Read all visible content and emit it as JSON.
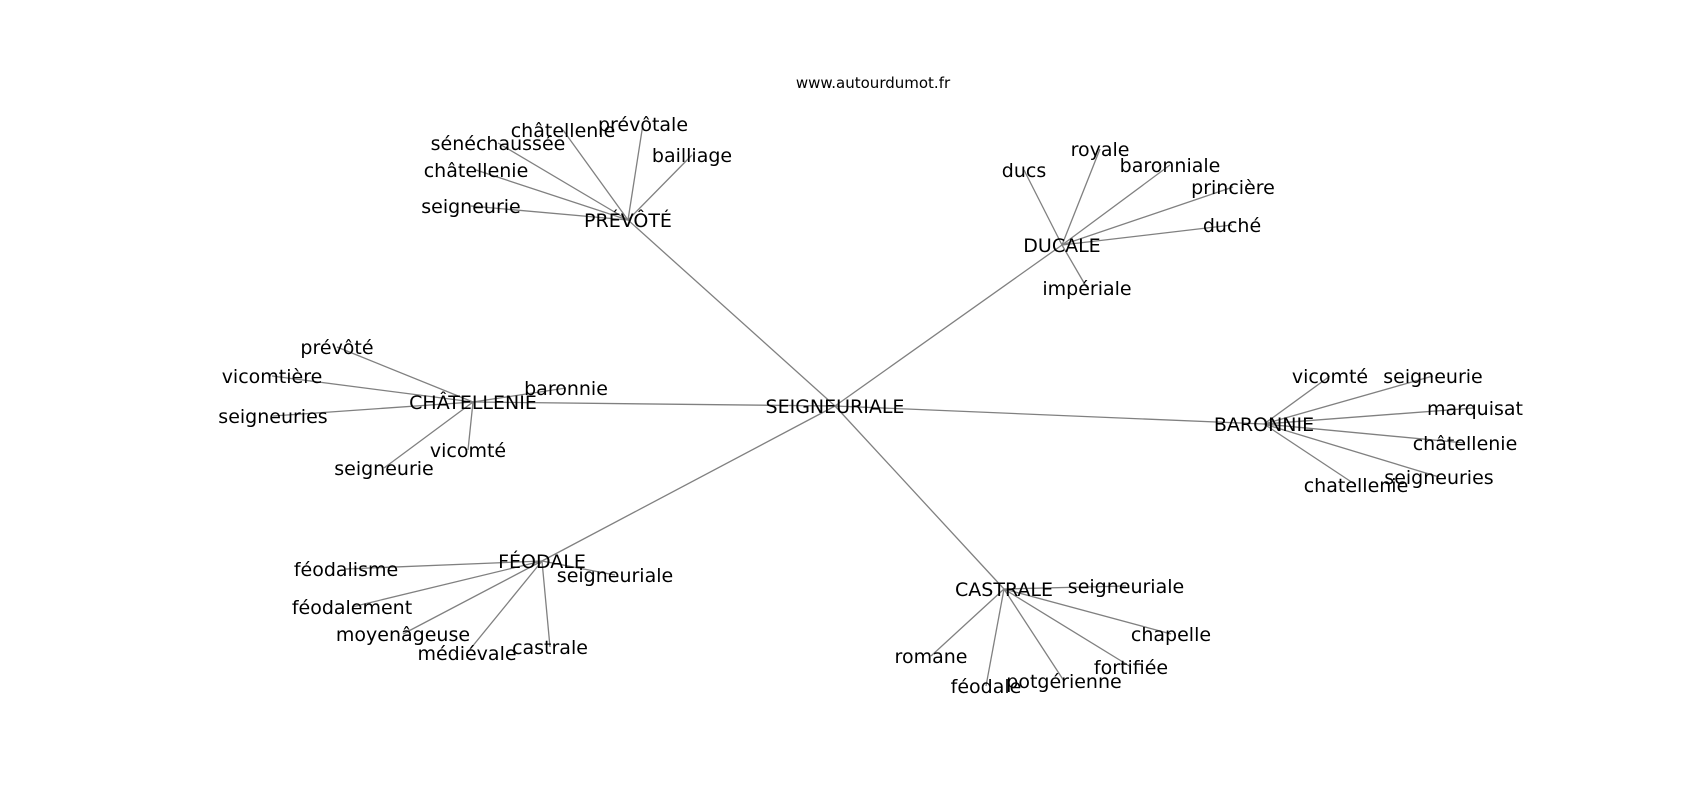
{
  "credit": "www.autourdumot.fr",
  "root": {
    "id": "SEIGNEURIALE",
    "label": "SEIGNEURIALE"
  },
  "clusters": [
    {
      "id": "prevote",
      "label": "PRÉVÔTÉ",
      "leaves": [
        "châtellenie",
        "prévôtale",
        "sénéchaussée",
        "bailliage",
        "châtellenie",
        "seigneurie"
      ]
    },
    {
      "id": "ducale",
      "label": "DUCALE",
      "leaves": [
        "royale",
        "ducs",
        "baronniale",
        "princière",
        "duché",
        "impériale"
      ]
    },
    {
      "id": "chatellenie",
      "label": "CHÂTELLENIE",
      "leaves": [
        "prévôté",
        "vicomtière",
        "baronnie",
        "seigneuries",
        "vicomté",
        "seigneurie"
      ]
    },
    {
      "id": "baronnie",
      "label": "BARONNIE",
      "leaves": [
        "vicomté",
        "seigneurie",
        "marquisat",
        "châtellenie",
        "seigneuries",
        "chatellenie"
      ]
    },
    {
      "id": "feodale",
      "label": "FÉODALE",
      "leaves": [
        "féodalisme",
        "seigneuriale",
        "féodalement",
        "moyenâgeuse",
        "castrale",
        "médiévale"
      ]
    },
    {
      "id": "castrale",
      "label": "CASTRALE",
      "leaves": [
        "seigneuriale",
        "chapelle",
        "romane",
        "fortifiée",
        "potgérienne",
        "féodale"
      ]
    }
  ]
}
